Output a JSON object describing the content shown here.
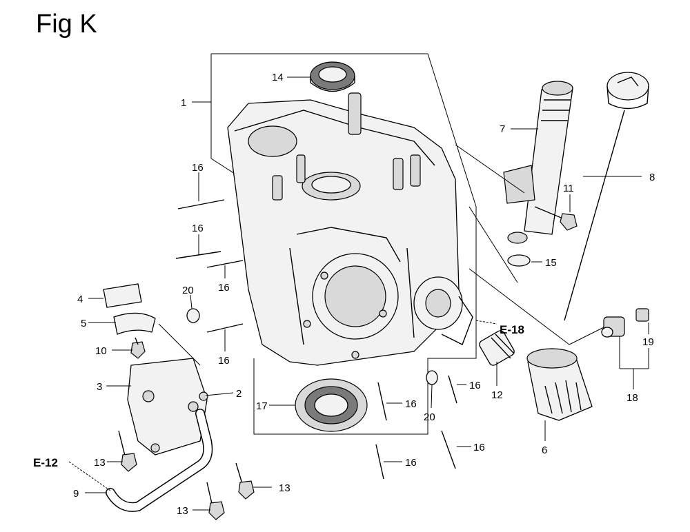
{
  "figure": {
    "title": "Fig K"
  },
  "callouts": {
    "c1": "1",
    "c2": "2",
    "c3": "3",
    "c4": "4",
    "c5": "5",
    "c6": "6",
    "c7": "7",
    "c8": "8",
    "c9": "9",
    "c10": "10",
    "c11": "11",
    "c12": "12",
    "c13a": "13",
    "c13b": "13",
    "c13c": "13",
    "c14": "14",
    "c15": "15",
    "c16a": "16",
    "c16b": "16",
    "c16c": "16",
    "c16d": "16",
    "c16e": "16",
    "c16f": "16",
    "c16g": "16",
    "c16h": "16",
    "c17": "17",
    "c18": "18",
    "c19": "19",
    "c20a": "20",
    "c20b": "20"
  },
  "references": {
    "e18": "E-18",
    "e12": "E-12"
  }
}
